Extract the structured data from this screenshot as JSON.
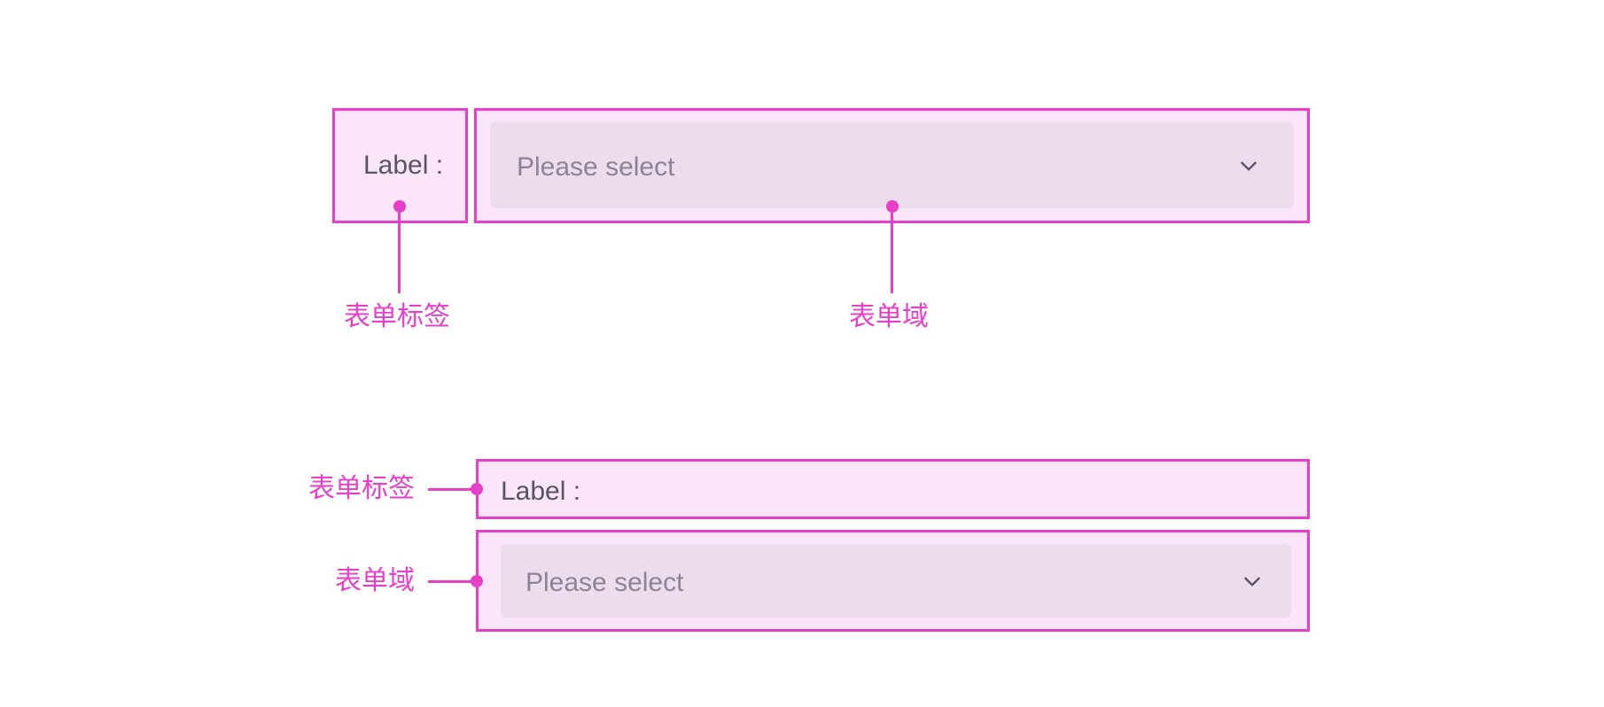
{
  "diagram": {
    "title": "Form label and form field anatomy",
    "colors": {
      "accent": "#e83fc8",
      "box_fill": "#fae6f8",
      "field_fill": "#ecdcec",
      "label_text": "#5a5266",
      "placeholder_text": "#8c8496",
      "background": "#ffffff"
    }
  },
  "top_example": {
    "layout": "horizontal",
    "label": {
      "text": "Label :",
      "annotation": "表单标签"
    },
    "field": {
      "placeholder": "Please select",
      "icon": "chevron-down-icon",
      "annotation": "表单域"
    }
  },
  "bottom_example": {
    "layout": "vertical",
    "label": {
      "text": "Label :",
      "annotation": "表单标签"
    },
    "field": {
      "placeholder": "Please select",
      "icon": "chevron-down-icon",
      "annotation": "表单域"
    }
  }
}
